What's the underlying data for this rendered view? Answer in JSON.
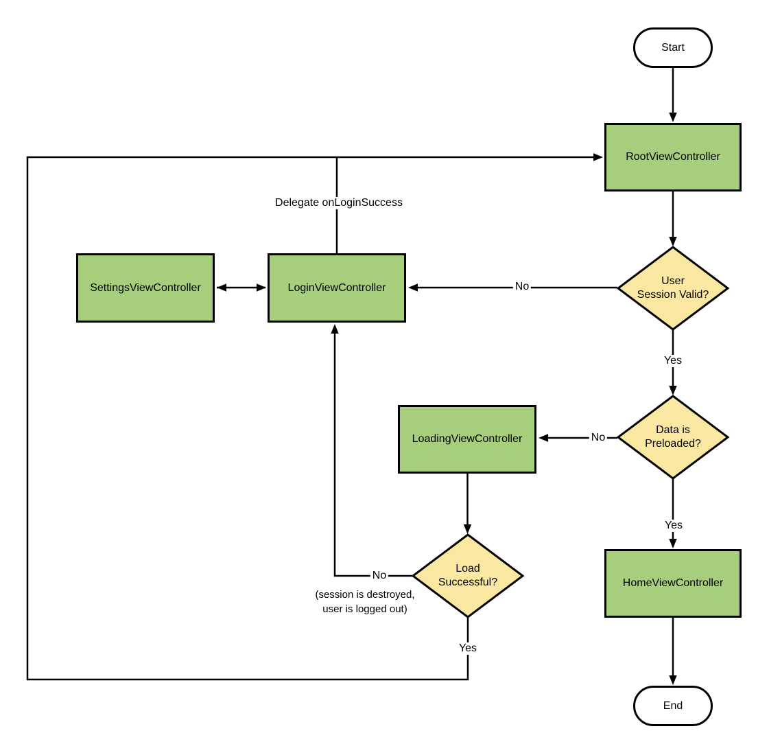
{
  "colors": {
    "process_fill": "#A6CE7C",
    "decision_fill": "#FAE8A2",
    "terminator_fill": "#FFFFFF",
    "stroke": "#000000",
    "background": "#FFFFFF"
  },
  "nodes": {
    "start": {
      "label": "Start",
      "type": "terminator"
    },
    "root": {
      "label": "RootViewController",
      "type": "process"
    },
    "session_valid": {
      "label": "User\nSession Valid?",
      "type": "decision"
    },
    "settings": {
      "label": "SettingsViewController",
      "type": "process"
    },
    "login": {
      "label": "LoginViewController",
      "type": "process"
    },
    "loading": {
      "label": "LoadingViewController",
      "type": "process"
    },
    "preloaded": {
      "label": "Data is\nPreloaded?",
      "type": "decision"
    },
    "load_successful": {
      "label": "Load\nSuccessful?",
      "type": "decision"
    },
    "home": {
      "label": "HomeViewController",
      "type": "process"
    },
    "end": {
      "label": "End",
      "type": "terminator"
    }
  },
  "edges": {
    "session_valid_no": "No",
    "session_valid_yes": "Yes",
    "preloaded_no": "No",
    "preloaded_yes": "Yes",
    "load_successful_no": "No",
    "load_successful_yes": "Yes",
    "delegate": "Delegate onLoginSuccess",
    "logout_note": "(session is destroyed,\nuser is logged out)"
  }
}
